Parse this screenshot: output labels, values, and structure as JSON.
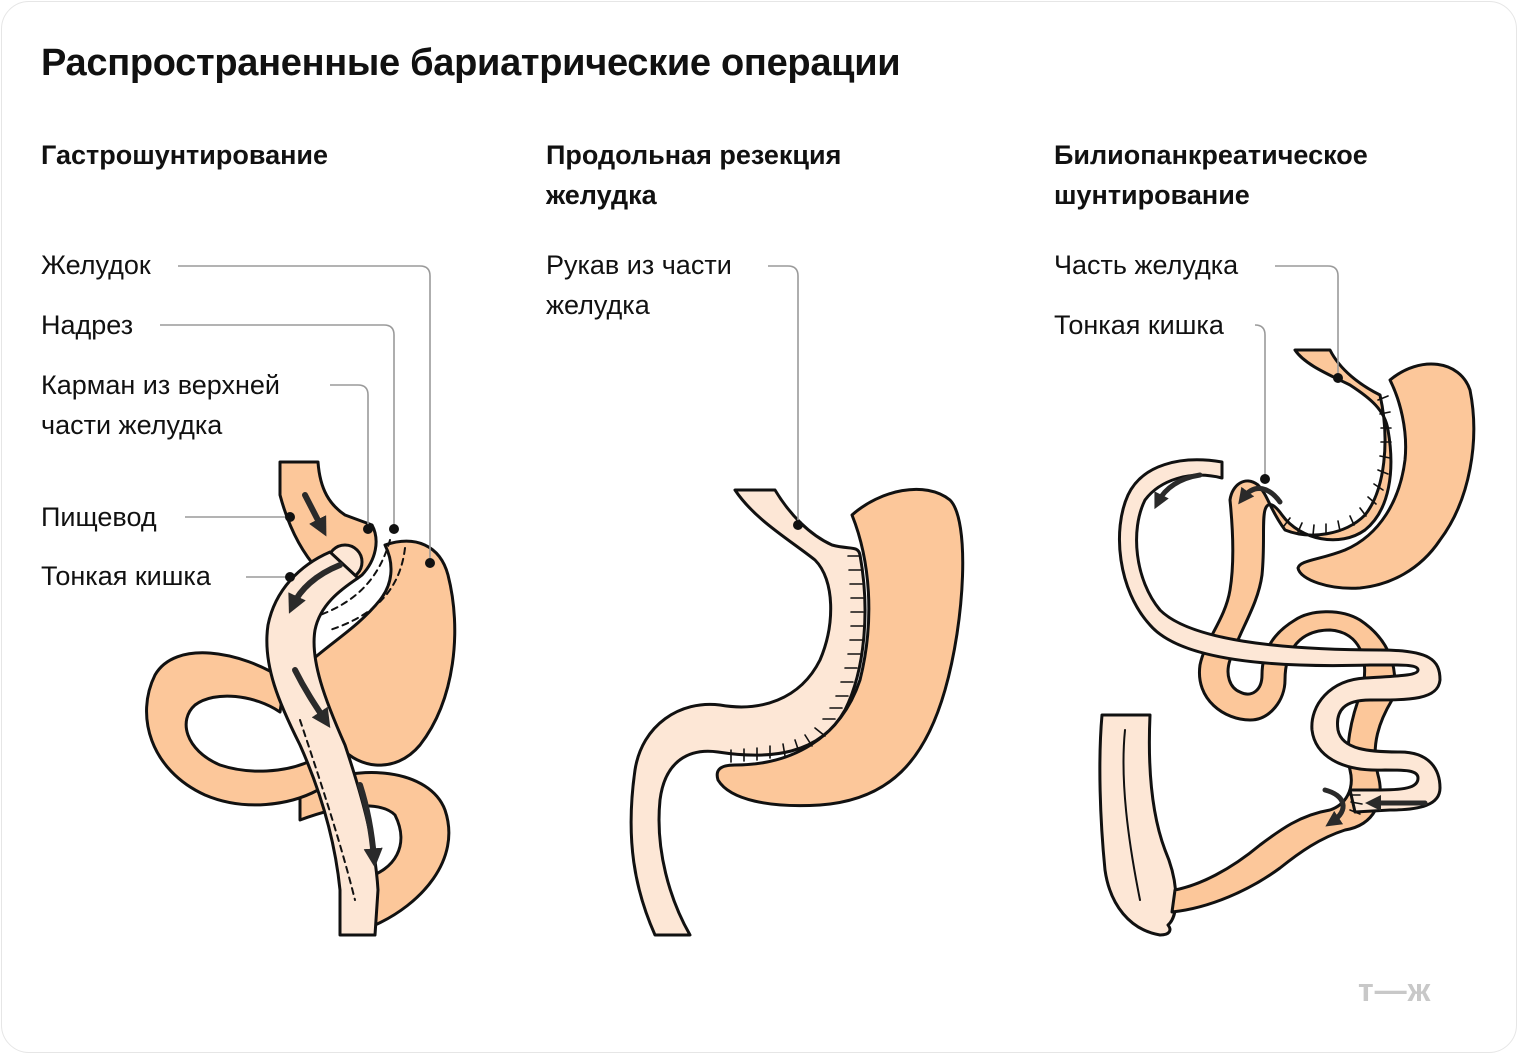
{
  "title": "Распространенные бариатрические операции",
  "colors": {
    "tissue": "#FCC79A",
    "pale": "#FDE7D6",
    "outline": "#111111",
    "leader": "#9a9a9a",
    "logo": "#c8c8c8"
  },
  "columns": [
    {
      "title": "Гастрошунтирование",
      "labels": [
        "Желудок",
        "Надрез",
        "Карман из верхней\nчасти желудка",
        "Пищевод",
        "Тонкая кишка"
      ]
    },
    {
      "title": "Продольная резекция\nжелудка",
      "labels": [
        "Рукав из части\nжелудка"
      ]
    },
    {
      "title": "Билиопанкреатическое\nшунтирование",
      "labels": [
        "Часть желудка",
        "Тонкая кишка"
      ]
    }
  ],
  "logo": "т—ж"
}
